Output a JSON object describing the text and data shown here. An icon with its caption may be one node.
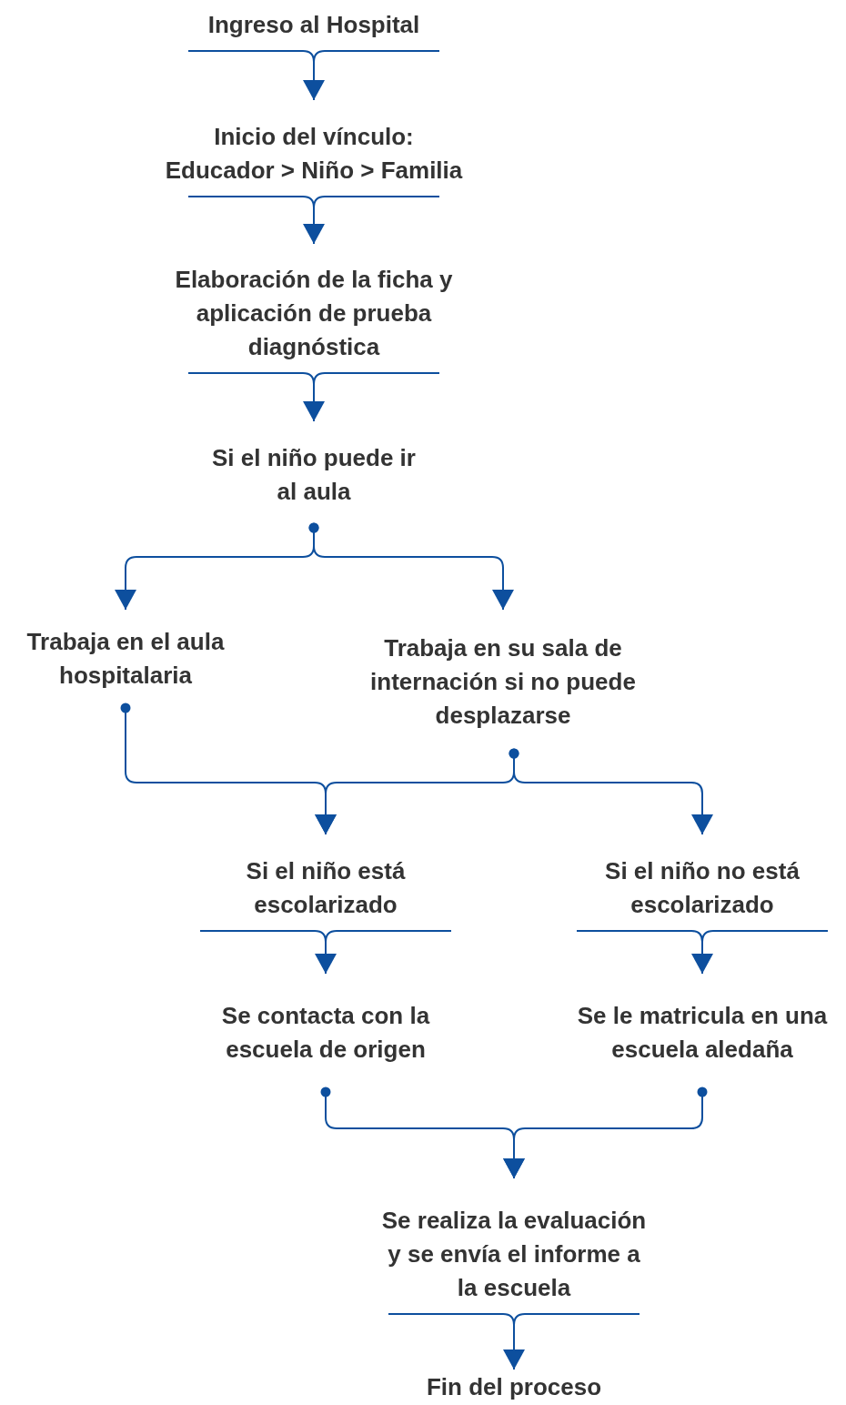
{
  "diagram": {
    "nodes": [
      {
        "text": [
          "Ingreso al Hospital"
        ]
      },
      {
        "text": [
          "Inicio del vínculo:",
          "Educador > Niño > Familia"
        ]
      },
      {
        "text": [
          "Elaboración de la ficha y aplicación de prueba diagnóstica"
        ]
      },
      {
        "text": [
          "Si el niño puede ir al aula"
        ]
      },
      {
        "text": [
          "Trabaja en el aula hospitalaria"
        ]
      },
      {
        "text": [
          "Trabaja en su sala de internación si no puede desplazarse"
        ]
      },
      {
        "text": [
          "Si el niño está escolarizado"
        ]
      },
      {
        "text": [
          "Si el niño no está escolarizado"
        ]
      },
      {
        "text": [
          "Se contacta con la escuela de origen"
        ]
      },
      {
        "text": [
          "Se le matricula en una escuela aledaña"
        ]
      },
      {
        "text": [
          "Se realiza la evaluación y se envía el informe a la escuela"
        ]
      },
      {
        "text": [
          "Fin del proceso"
        ]
      }
    ],
    "edges": [
      {
        "from": 0,
        "to": 1,
        "arrow": "to"
      },
      {
        "from": 1,
        "to": 2,
        "arrow": "to"
      },
      {
        "from": 2,
        "to": 3,
        "arrow": "to"
      },
      {
        "from": 3,
        "to": 4,
        "arrow": "to"
      },
      {
        "from": 3,
        "to": 5,
        "arrow": "to"
      },
      {
        "from": 4,
        "to": 6,
        "arrow": "to"
      },
      {
        "from": 5,
        "to": 6,
        "arrow": "to"
      },
      {
        "from": 5,
        "to": 7,
        "arrow": "to"
      },
      {
        "from": 6,
        "to": 8,
        "arrow": "to"
      },
      {
        "from": 7,
        "to": 9,
        "arrow": "to"
      },
      {
        "from": 8,
        "to": 10,
        "arrow": "to"
      },
      {
        "from": 9,
        "to": 10,
        "arrow": "to"
      },
      {
        "from": 10,
        "to": 11,
        "arrow": "to"
      }
    ]
  }
}
